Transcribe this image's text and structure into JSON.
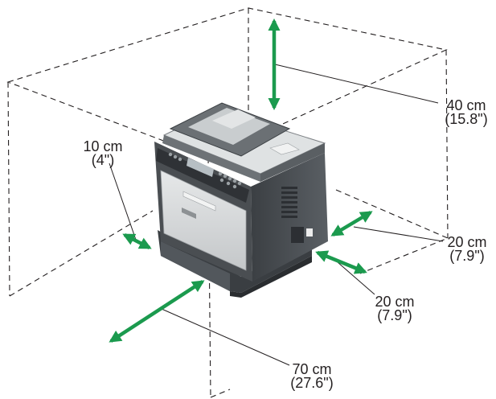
{
  "clearances": {
    "top": {
      "metric": "40 cm",
      "imperial": "(15.8\")"
    },
    "left": {
      "metric": "10 cm",
      "imperial": "(4\")"
    },
    "right": {
      "metric": "20 cm",
      "imperial": "(7.9\")"
    },
    "rear": {
      "metric": "20 cm",
      "imperial": "(7.9\")"
    },
    "front": {
      "metric": "70 cm",
      "imperial": "(27.6\")"
    }
  },
  "colors": {
    "arrow": "#1b9a4e",
    "dashed": "#231f20",
    "leader": "#231f20",
    "printer_body": "#4a4e52",
    "printer_light": "#d9dcdd"
  },
  "icons": {
    "printer": "multifunction-printer-icon",
    "arrow": "double-headed-arrow-icon"
  }
}
